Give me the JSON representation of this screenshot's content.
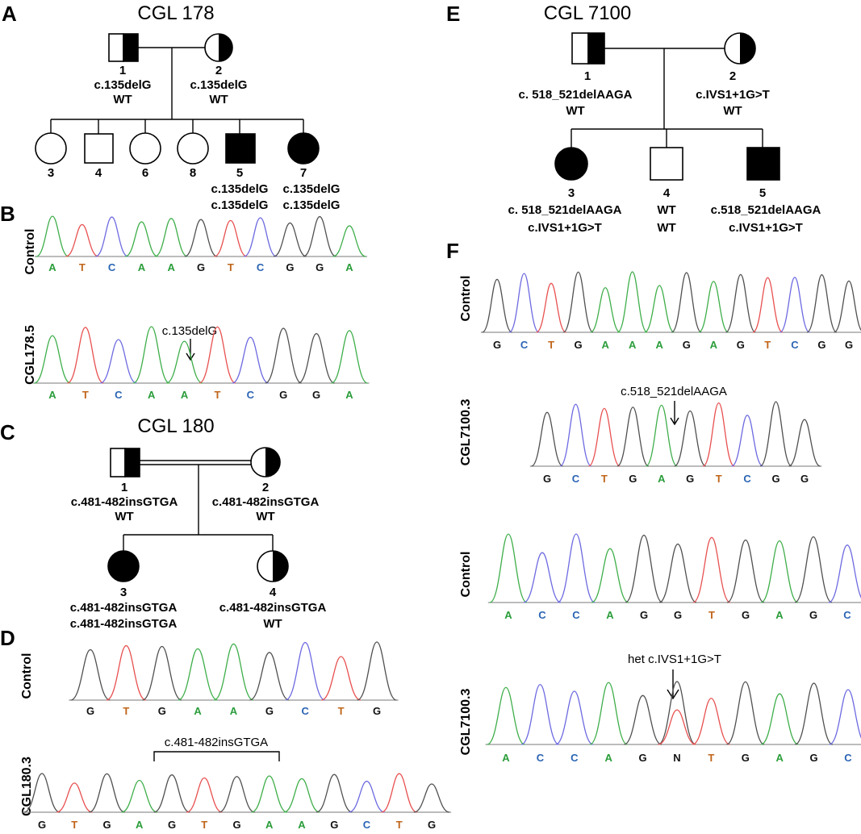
{
  "colors": {
    "A": "#2a9d3a",
    "T": "#c0651a",
    "C": "#2a64b4",
    "G": "#111111",
    "N": "#111111",
    "trace_A": "#3fae4a",
    "trace_T": "#e85050",
    "trace_C": "#6d6ae0",
    "trace_G": "#505050"
  },
  "panels": {
    "A": {
      "letter": "A",
      "title": "CGL 178",
      "father": {
        "num": "1",
        "a1": "c.135delG",
        "a2": "WT"
      },
      "mother": {
        "num": "2",
        "a1": "c.135delG",
        "a2": "WT"
      },
      "children": [
        {
          "num": "3",
          "sex": "f",
          "status": "unaffected"
        },
        {
          "num": "4",
          "sex": "m",
          "status": "unaffected"
        },
        {
          "num": "6",
          "sex": "f",
          "status": "unaffected"
        },
        {
          "num": "8",
          "sex": "f",
          "status": "unaffected"
        },
        {
          "num": "5",
          "sex": "m",
          "status": "affected",
          "a1": "c.135delG",
          "a2": "c.135delG"
        },
        {
          "num": "7",
          "sex": "f",
          "status": "affected",
          "a1": "c.135delG",
          "a2": "c.135delG"
        }
      ]
    },
    "B": {
      "letter": "B",
      "tracks": [
        {
          "label": "Control",
          "bases": [
            "A",
            "T",
            "C",
            "A",
            "A",
            "G",
            "T",
            "C",
            "G",
            "G",
            "A"
          ]
        },
        {
          "label": "CGL178.5",
          "bases": [
            "A",
            "T",
            "C",
            "A",
            "A",
            "T",
            "C",
            "G",
            "G",
            "A"
          ],
          "annotation": "c.135delG"
        }
      ]
    },
    "C": {
      "letter": "C",
      "title": "CGL 180",
      "father": {
        "num": "1",
        "a1": "c.481-482insGTGA",
        "a2": "WT"
      },
      "mother": {
        "num": "2",
        "a1": "c.481-482insGTGA",
        "a2": "WT"
      },
      "children": [
        {
          "num": "3",
          "sex": "f",
          "status": "affected",
          "a1": "c.481-482insGTGA",
          "a2": "c.481-482insGTGA"
        },
        {
          "num": "4",
          "sex": "f",
          "status": "carrier",
          "a1": "c.481-482insGTGA",
          "a2": "WT"
        }
      ]
    },
    "D": {
      "letter": "D",
      "tracks": [
        {
          "label": "Control",
          "bases": [
            "G",
            "T",
            "G",
            "A",
            "A",
            "G",
            "C",
            "T",
            "G"
          ]
        },
        {
          "label": "CGL180.3",
          "bases": [
            "G",
            "T",
            "G",
            "A",
            "G",
            "T",
            "G",
            "A",
            "A",
            "G",
            "C",
            "T",
            "G"
          ],
          "annotation": "c.481-482insGTGA"
        }
      ]
    },
    "E": {
      "letter": "E",
      "title": "CGL 7100",
      "father": {
        "num": "1",
        "a1": "c. 518_521delAAGA",
        "a2": "WT"
      },
      "mother": {
        "num": "2",
        "a1": "c.IVS1+1G>T",
        "a2": "WT"
      },
      "children": [
        {
          "num": "3",
          "sex": "f",
          "status": "affected",
          "a1": "c. 518_521delAAGA",
          "a2": "c.IVS1+1G>T"
        },
        {
          "num": "4",
          "sex": "m",
          "status": "unaffected",
          "a1": "WT",
          "a2": "WT"
        },
        {
          "num": "5",
          "sex": "m",
          "status": "affected",
          "a1": "c.518_521delAAGA",
          "a2": "c.IVS1+1G>T"
        }
      ]
    },
    "F": {
      "letter": "F",
      "tracks": [
        {
          "label": "Control",
          "bases": [
            "G",
            "C",
            "T",
            "G",
            "A",
            "A",
            "A",
            "G",
            "A",
            "G",
            "T",
            "C",
            "G",
            "G"
          ]
        },
        {
          "label": "CGL7100.3",
          "bases": [
            "G",
            "C",
            "T",
            "G",
            "A",
            "G",
            "T",
            "C",
            "G",
            "G"
          ],
          "annotation": "c.518_521delAAGA"
        },
        {
          "label": "Control",
          "bases": [
            "A",
            "C",
            "C",
            "A",
            "G",
            "G",
            "T",
            "G",
            "A",
            "G",
            "C"
          ]
        },
        {
          "label": "CGL7100.3",
          "bases": [
            "A",
            "C",
            "C",
            "A",
            "G",
            "N",
            "T",
            "G",
            "A",
            "G",
            "C"
          ],
          "annotation": "het c.IVS1+1G>T"
        }
      ]
    }
  }
}
